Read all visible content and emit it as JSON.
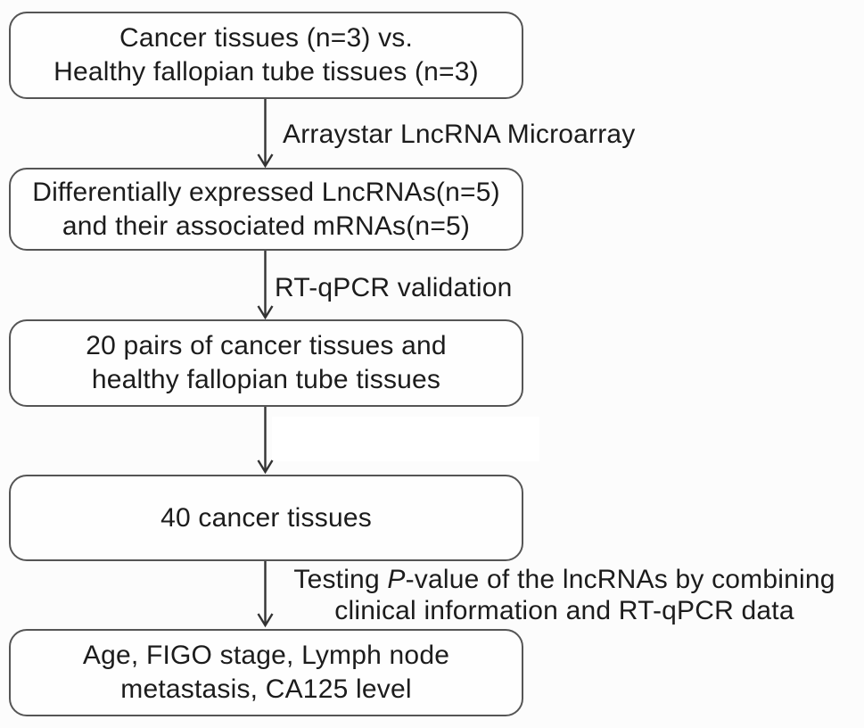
{
  "figure": {
    "description": "Study workflow flowchart: lncRNA microarray screening and RT-qPCR validation in cancer vs healthy fallopian tube tissues",
    "colors": {
      "background": "#fcfcfc",
      "box_border": "#555555",
      "text": "#1c1c1c",
      "arrow": "#333333"
    },
    "boxes": [
      {
        "lines": [
          "Cancer tissues (n=3) vs.",
          "Healthy fallopian tube tissues (n=3)"
        ]
      },
      {
        "lines": [
          "Differentially expressed LncRNAs(n=5)",
          "and their associated mRNAs(n=5)"
        ]
      },
      {
        "lines": [
          "20 pairs of cancer tissues and",
          "healthy fallopian tube tissues"
        ]
      },
      {
        "lines": [
          "40 cancer tissues"
        ]
      },
      {
        "lines": [
          "Age, FIGO stage, Lymph node",
          "metastasis, CA125 level"
        ]
      }
    ],
    "arrow_labels": {
      "step1": "Arraystar LncRNA Microarray",
      "step2": "RT-qPCR validation",
      "step4_line1_prefix": "Testing ",
      "step4_line1_italic": "P",
      "step4_line1_suffix": "-value of the lncRNAs by combining",
      "step4_line2": "clinical information and RT-qPCR data"
    }
  }
}
